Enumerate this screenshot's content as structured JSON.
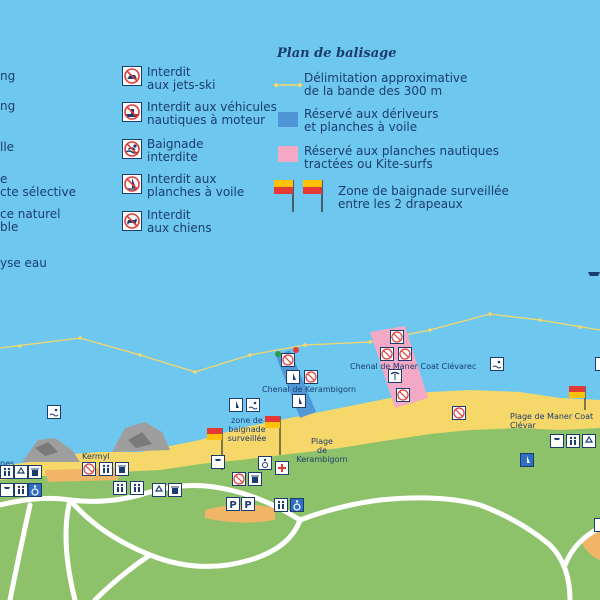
{
  "legend": {
    "title": "Plan de balisage",
    "left_fragments": [
      "ng",
      "ng",
      "lle",
      "e",
      "cte sélective",
      "ce naturel",
      "ble",
      "yse eau"
    ],
    "prohibitions": [
      {
        "label": "Interdit\naux jets-ski",
        "icon": "no-jetski-icon"
      },
      {
        "label": "Interdit aux véhicules\nnautiques à moteur",
        "icon": "no-motorboat-icon"
      },
      {
        "label": "Baignade\ninterdite",
        "icon": "no-swimming-icon"
      },
      {
        "label": "Interdit aux\nplanches à voile",
        "icon": "no-windsurf-icon"
      },
      {
        "label": "Interdit\naux chiens",
        "icon": "no-dogs-icon"
      }
    ],
    "zones": [
      {
        "label": "Délimitation approximative\nde la bande des 300 m",
        "icon": "limit-line-icon"
      },
      {
        "label": "Réservé aux dériveurs\net planches à voile",
        "icon": "dinghy-zone-icon"
      },
      {
        "label": "Réservé aux planches nautiques\ntractées ou Kite-surfs",
        "icon": "kitesurf-zone-icon"
      },
      {
        "label": "Zone de baignade surveillée\nentre les 2 drapeaux",
        "icon": "flag-pair-icon"
      }
    ]
  },
  "map_labels": {
    "kermyl": "Kermyl",
    "chenal_kerambigorn": "Chenal de Kerambigorn",
    "zone_baignade": "zone de\nbaignade\nsurveillée",
    "plage_kerambigorn": "Plage\nde Kerambigorn",
    "chenal_maner": "Chenal de Maner Coat Clévarec",
    "plage_maner": "Plage de Maner Coat Clévar",
    "left_fragment": "nes"
  },
  "colors": {
    "sea": "#6ec7ef",
    "land": "#8dc26b",
    "sand": "#f6d76a",
    "text": "#1b3d6e",
    "kite_zone": "#f4a9c6",
    "dinghy_zone": "#4b8fd3",
    "flag_red": "#e53935",
    "flag_yellow": "#ffc107"
  }
}
